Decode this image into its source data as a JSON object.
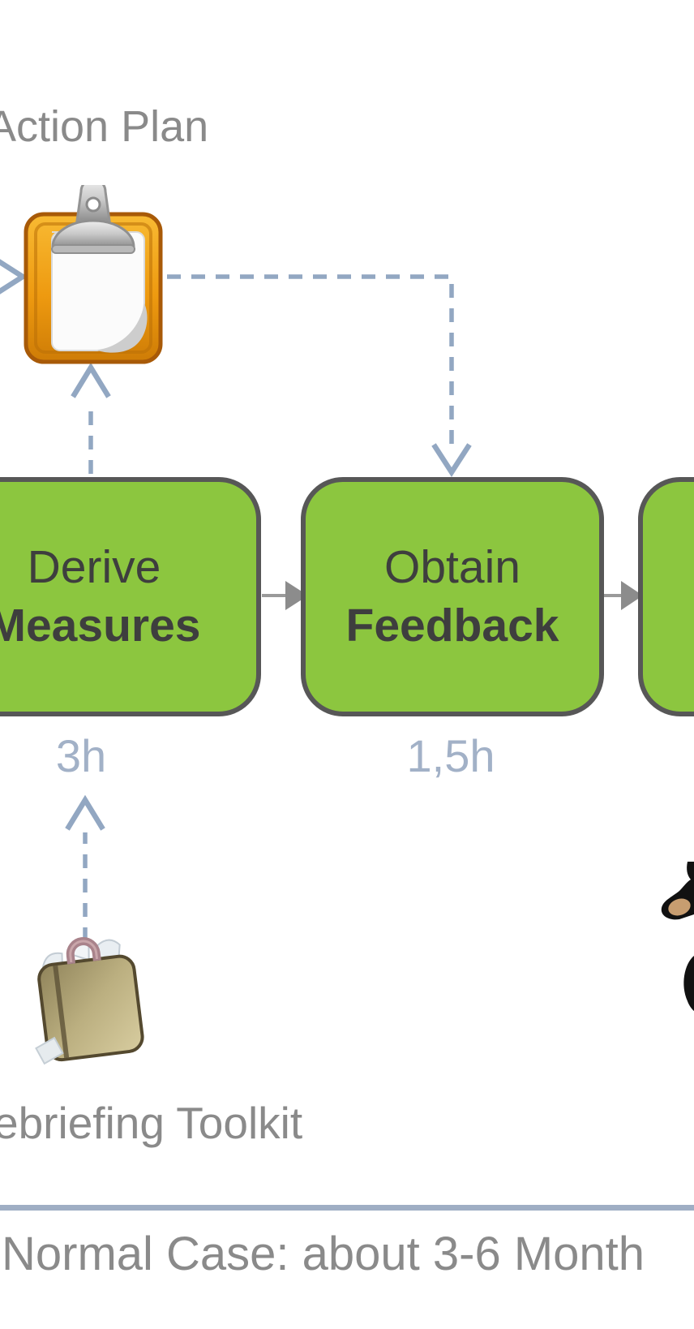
{
  "labels": {
    "action_plan": "Action Plan",
    "toolkit": "ebriefing Toolkit",
    "footer": "Normal Case: about 3-6 Month"
  },
  "flow": {
    "steps": [
      {
        "line1": "Derive",
        "line2": "Measures",
        "duration": "3h"
      },
      {
        "line1": "Obtain",
        "line2": "Feedback",
        "duration": "1,5h"
      },
      {
        "line1": "",
        "line2": "",
        "duration": ""
      }
    ]
  },
  "icons": {
    "clipboard": "clipboard-icon",
    "briefcase": "briefcase-toolkit-icon",
    "person": "person-figure-icon-partial"
  },
  "colors": {
    "box_fill": "#8CC63F",
    "box_border": "#575757",
    "box_text": "#3E3E3E",
    "connector_dashed": "#92A7C2",
    "solid_arrow": "#8C8C8C",
    "gray_label": "#8A8A8A",
    "duration_label": "#A2B1C7",
    "separator_line": "#9FAEC4",
    "clipboard_frame": "#E8920C",
    "briefcase_body": "#B3A878"
  }
}
